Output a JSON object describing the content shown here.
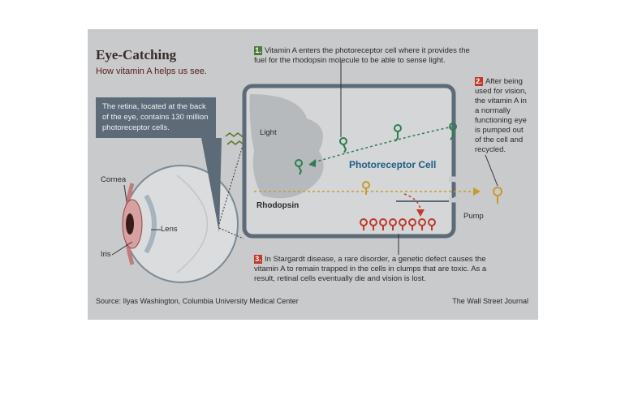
{
  "header": {
    "title": "Eye-Catching",
    "subtitle": "How vitamin A helps us see."
  },
  "callout": {
    "text": "The retina, located at the back of the eye, contains 130 million photoreceptor cells."
  },
  "steps": [
    {
      "number": "1.",
      "text": "Vitamin A enters the photoreceptor cell where it provides the fuel for the rhodopsin molecule to be able to sense light."
    },
    {
      "number": "2.",
      "text": "After being used for vision, the vitamin A in a normally functioning eye is pumped out of the cell and recycled."
    },
    {
      "number": "3.",
      "text": "In Stargardt disease, a rare disorder, a genetic defect causes the vitamin A to remain trapped in the cells in clumps that are toxic. As a result, retinal cells eventually die and vision is lost."
    }
  ],
  "labels": {
    "light": "Light",
    "photoreceptor_cell": "Photoreceptor Cell",
    "rhodopsin": "Rhodopsin",
    "pump": "Pump",
    "cornea": "Cornea",
    "lens": "Lens",
    "iris": "Iris"
  },
  "footer": {
    "source": "Source: Ilyas Washington, Columbia University Medical Center",
    "credit": "The Wall Street Journal"
  },
  "colors": {
    "panel": "#c9cacb",
    "cell_outline": "#5d6a78",
    "green_molecule": "#2e7d4f",
    "red_molecule": "#c0392b",
    "gold_molecule": "#c89a2a",
    "cell_title": "#1e5d86"
  }
}
